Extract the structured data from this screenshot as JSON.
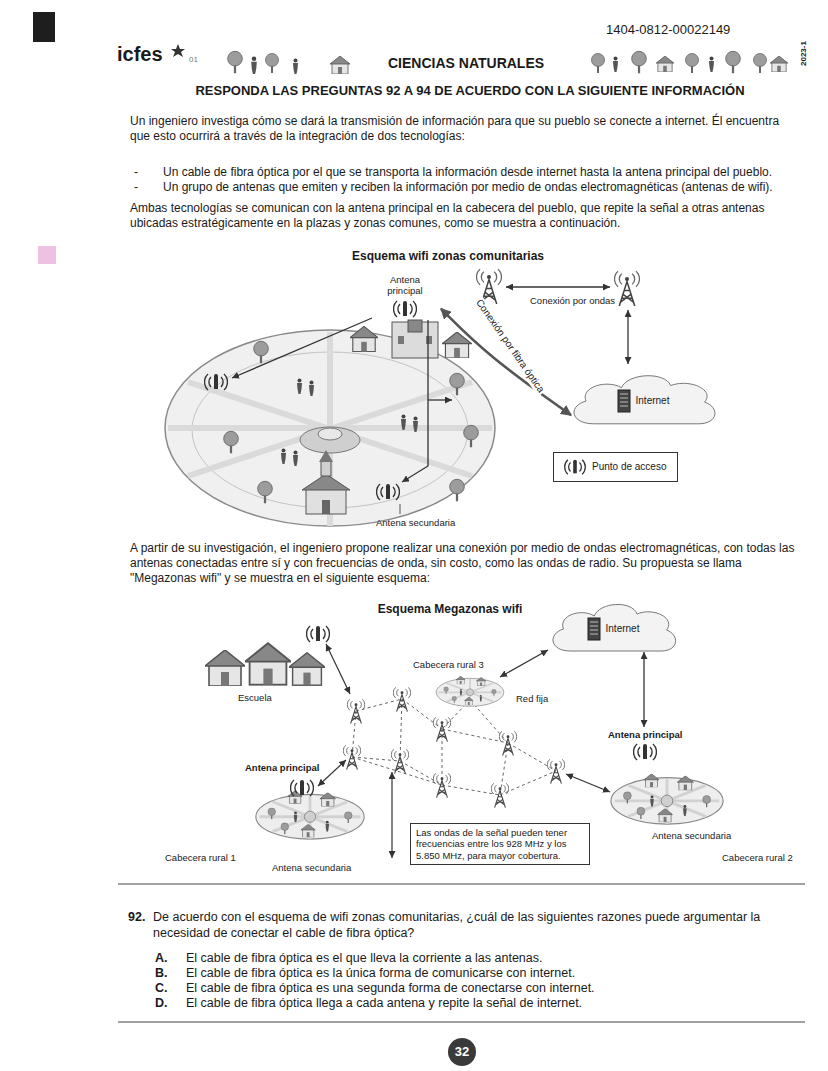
{
  "diagram": {
    "title": "RESPONDA LAS PREGUNTAS 92 A 94 DE ACUERDO CON LA SIGUIENTE INFORMACIÓN",
    "nodes": [
      {
        "text": [
          "Internet"
        ]
      },
      {
        "text": [
          "Antena principal"
        ]
      },
      {
        "text": [
          "Punto de acceso"
        ]
      },
      {
        "text": [
          "Internet"
        ]
      },
      {
        "text": [
          "Antena principal"
        ]
      },
      {
        "text": [
          "Las ondas de la señal pueden tener frecuencias entre los 928 MHz y los 5.850 MHz, para mayor cobertura."
        ]
      },
      {
        "text": [
          "32"
        ]
      }
    ],
    "edges": [
      {
        "from": 1,
        "to": 0,
        "arrow": "both",
        "label": "Conexión por fibra óptica"
      },
      {
        "from": 3,
        "to": 4,
        "arrow": "both"
      }
    ],
    "labels": [
      "1404-0812-00022149",
      "icfes",
      "01",
      "CIENCIAS NATURALES",
      "2023-1",
      "Un ingeniero investiga cómo se dará la transmisión de información para que su pueblo se conecte a internet. Él encuentra que esto ocurrirá a través de la integración de dos tecnologías:",
      "-",
      "Un cable de fibra óptica por el que se transporta la información desde internet hasta la antena principal del pueblo.",
      "-",
      "Un grupo de antenas que emiten y reciben la información por medio de ondas electromagnéticas (antenas de wifi).",
      "Ambas tecnologías se comunican con la antena principal en la cabecera del pueblo, que repite la señal a otras antenas ubicadas estratégicamente en la plazas y zonas comunes, como se muestra a continuación.",
      "Esquema wifi zonas comunitarias",
      "Conexión por ondas",
      "Antena secundaria",
      "A partir de su investigación, el ingeniero propone realizar una conexión por medio de ondas electromagnéticas, con todas las antenas conectadas entre sí y con frecuencias de onda, sin costo, como las ondas de radio. Su propuesta se llama \"Megazonas wifi\" y se muestra en el siguiente esquema:",
      "Esquema Megazonas wifi",
      "Escuela",
      "Cabecera rural 3",
      "Red fija",
      "Antena principal",
      "Antena secundaria",
      "Cabecera rural 1",
      "Antena secundaria",
      "Cabecera rural 2",
      "92.",
      "De acuerdo con el esquema de wifi zonas comunitarias, ¿cuál de las siguientes razones puede argumentar la necesidad de conectar el cable de fibra óptica?",
      "A.",
      "El cable de fibra óptica es el que lleva la corriente a las antenas.",
      "B.",
      "El cable de fibra óptica es la única forma de comunicarse con internet.",
      "C.",
      "El cable de fibra óptica es una segunda forma de conectarse con internet.",
      "D.",
      "El cable de fibra óptica llega a cada antena y repite la señal de internet."
    ]
  }
}
